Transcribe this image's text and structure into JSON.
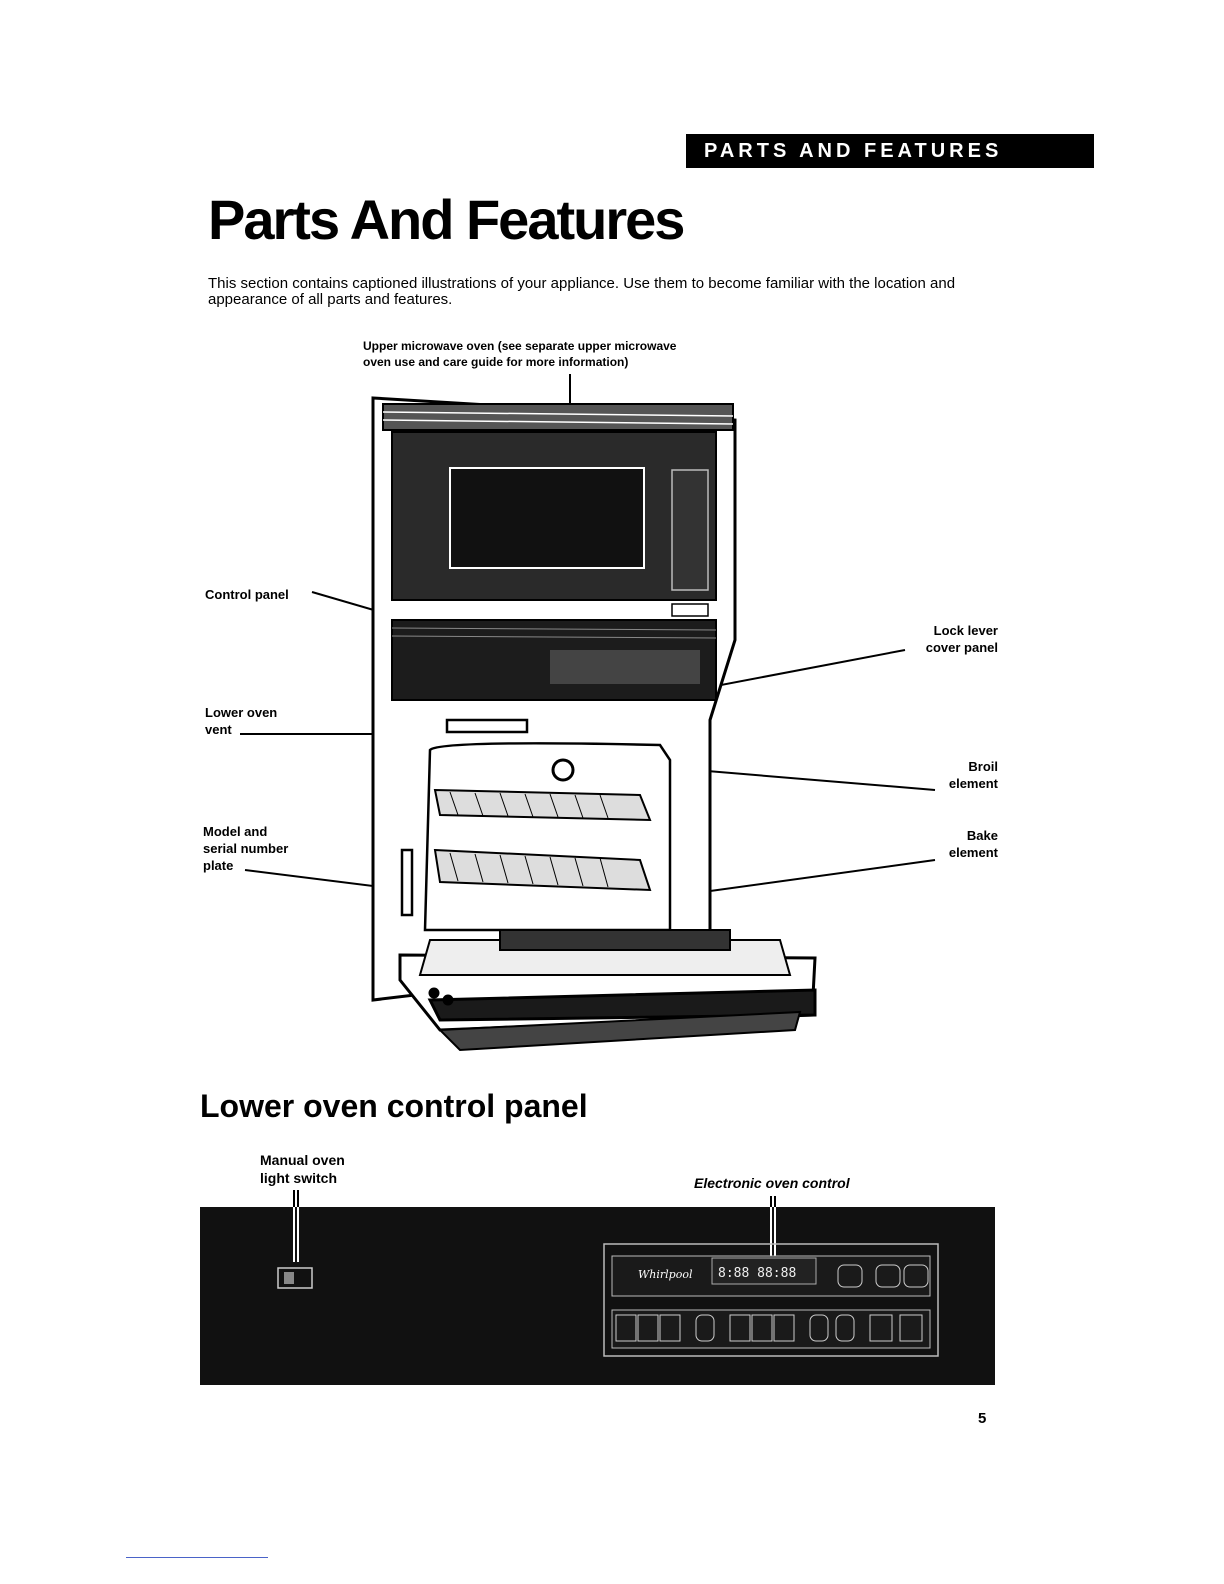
{
  "header": {
    "tab_label": "PARTS AND FEATURES"
  },
  "page": {
    "title": "Parts And Features",
    "intro": "This section contains captioned illustrations of your appliance. Use them to become familiar with the location and appearance of all parts and features.",
    "page_number": "5"
  },
  "diagram": {
    "callouts": {
      "upper_microwave": [
        "Upper microwave oven (see separate upper microwave",
        "oven use and care guide for more information)"
      ],
      "control_panel": [
        "Control panel"
      ],
      "lock_lever": [
        "Lock lever",
        "cover panel"
      ],
      "lower_oven_vent": [
        "Lower oven",
        "vent"
      ],
      "broil_element": [
        "Broil",
        "element"
      ],
      "model_plate": [
        "Model and",
        "serial number",
        "plate"
      ],
      "bake_element": [
        "Bake",
        "element"
      ]
    }
  },
  "control_panel_section": {
    "title": "Lower oven control panel",
    "light_switch_label": [
      "Manual oven",
      "light switch"
    ],
    "electronic_control_label": "Electronic oven control",
    "display_digits": "8:88 88:88",
    "brand": "Whirlpool"
  }
}
